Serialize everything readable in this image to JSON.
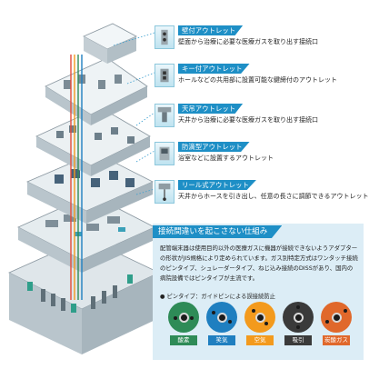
{
  "outlets": [
    {
      "title": "壁付アウトレット",
      "desc": "壁面から治療に必要な医療ガスを取り出す接続口"
    },
    {
      "title": "キー付アウトレット",
      "desc": "ホールなどの共用部に設置可能な鍵締付のアウトレット"
    },
    {
      "title": "天吊アウトレット",
      "desc": "天井から治療に必要な医療ガスを取り出す接続口"
    },
    {
      "title": "防滴型アウトレット",
      "desc": "浴室などに設置するアウトレット"
    },
    {
      "title": "リール式アウトレット",
      "desc": "天井からホースを引き出し、任意の長さに調節できるアウトレット"
    }
  ],
  "panel": {
    "title": "接続間違いを起こさない仕組み",
    "body": "配管端末器は使用目的以外の医療ガスに機器が接続できないようアダプターの形状がJIS規格により定められています。ガス別特定方式はワンタッチ接続のピンタイプ、シュレーダータイプ、ねじ込み接続のDISSがあり、国内の病院設備ではピンタイプが主流です。",
    "subtitle": "● ピンタイプ：ガイドピンによる誤接続防止"
  },
  "pins": [
    {
      "label": "酸素",
      "color": "#2e8b57"
    },
    {
      "label": "笑気",
      "color": "#1f7fc0"
    },
    {
      "label": "空気",
      "color": "#f39a1d"
    },
    {
      "label": "吸引",
      "color": "#3a3a3a"
    },
    {
      "label": "炭酸ガス",
      "color": "#e0682b"
    }
  ],
  "colors": {
    "accent": "#1e8fc6",
    "panel_bg": "#dcedf6"
  }
}
